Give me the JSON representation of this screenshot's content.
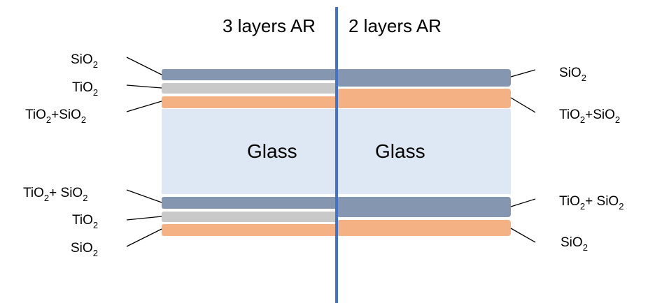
{
  "header": {
    "left_title": "3 layers AR",
    "right_title": "2 layers AR"
  },
  "glass": {
    "left_label": "Glass",
    "right_label": "Glass"
  },
  "labels": {
    "left_top_1": {
      "base": "SiO",
      "sub": "2",
      "tail": ""
    },
    "left_top_2": {
      "base": "TiO",
      "sub": "2",
      "tail": ""
    },
    "left_top_3": {
      "base": "TiO",
      "sub": "2",
      "tail": "+SiO",
      "sub2": "2"
    },
    "left_bot_1": {
      "base": "TiO",
      "sub": "2",
      "tail": "+ SiO",
      "sub2": "2"
    },
    "left_bot_2": {
      "base": "TiO",
      "sub": "2",
      "tail": ""
    },
    "left_bot_3": {
      "base": "SiO",
      "sub": "2",
      "tail": ""
    },
    "right_top_1": {
      "base": "SiO",
      "sub": "2",
      "tail": ""
    },
    "right_top_2": {
      "base": "TiO",
      "sub": "2",
      "tail": "+SiO",
      "sub2": "2"
    },
    "right_bot_1": {
      "base": "TiO",
      "sub": "2",
      "tail": "+ SiO",
      "sub2": "2"
    },
    "right_bot_2": {
      "base": "SiO",
      "sub": "2",
      "tail": ""
    }
  },
  "colors": {
    "sio2_layer": "#8496b0",
    "tio2_layer": "#c9c9c9",
    "mixed_layer": "#f4b183",
    "glass": "#dde8f4",
    "divider": "#4472c4",
    "leader": "#000000"
  }
}
